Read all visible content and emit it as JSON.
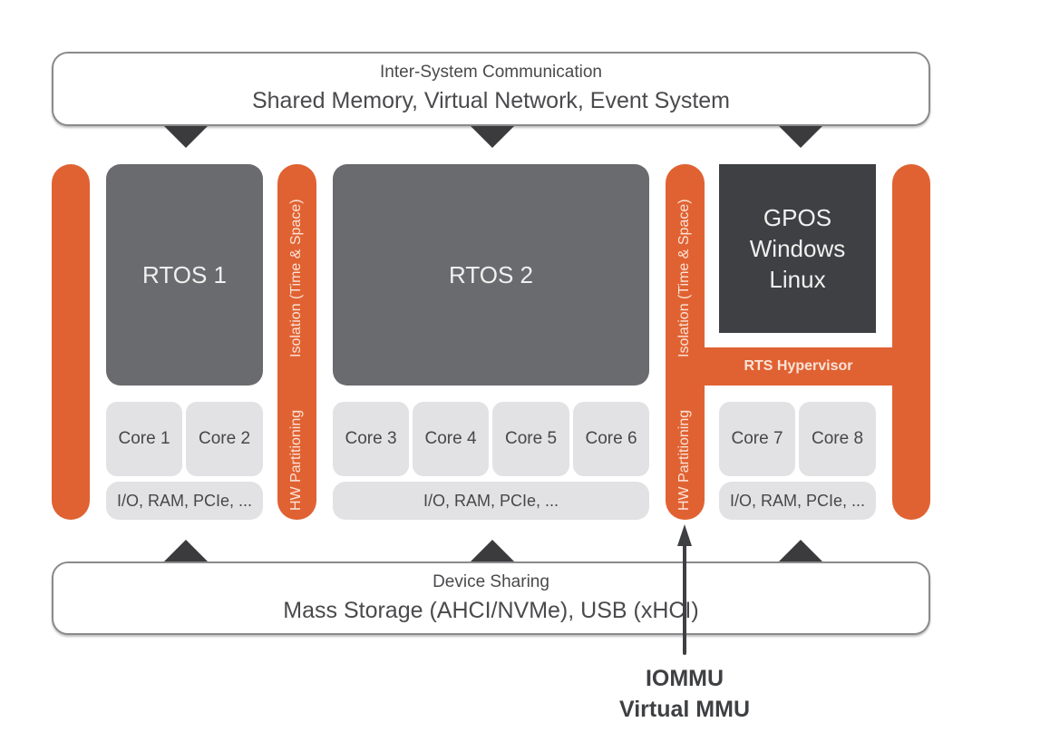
{
  "top_bus": {
    "subtitle": "Inter-System Communication",
    "title": "Shared Memory, Virtual Network, Event System"
  },
  "bottom_bus": {
    "subtitle": "Device Sharing",
    "title": "Mass Storage (AHCI/NVMe), USB (xHCI)"
  },
  "partitions": [
    {
      "os_label": "RTOS 1",
      "cores": [
        "Core 1",
        "Core 2"
      ],
      "io_label": "I/O, RAM, PCIe, ..."
    },
    {
      "os_label": "RTOS 2",
      "cores": [
        "Core 3",
        "Core 4",
        "Core 5",
        "Core 6"
      ],
      "io_label": "I/O, RAM, PCIe, ..."
    },
    {
      "os_lines": [
        "GPOS",
        "Windows",
        "Linux"
      ],
      "cores": [
        "Core 7",
        "Core 8"
      ],
      "io_label": "I/O, RAM, PCIe, ..."
    }
  ],
  "separator": {
    "upper_label": "Isolation (Time & Space)",
    "lower_label": "HW Partitioning"
  },
  "hypervisor_label": "RTS Hypervisor",
  "iommu": {
    "line1": "IOMMU",
    "line2": "Virtual MMU"
  },
  "colors": {
    "accent_orange": "#e06232",
    "rtos_gray": "#6a6b6e",
    "gpos_dark": "#3f4043",
    "core_light": "#e2e2e4"
  }
}
